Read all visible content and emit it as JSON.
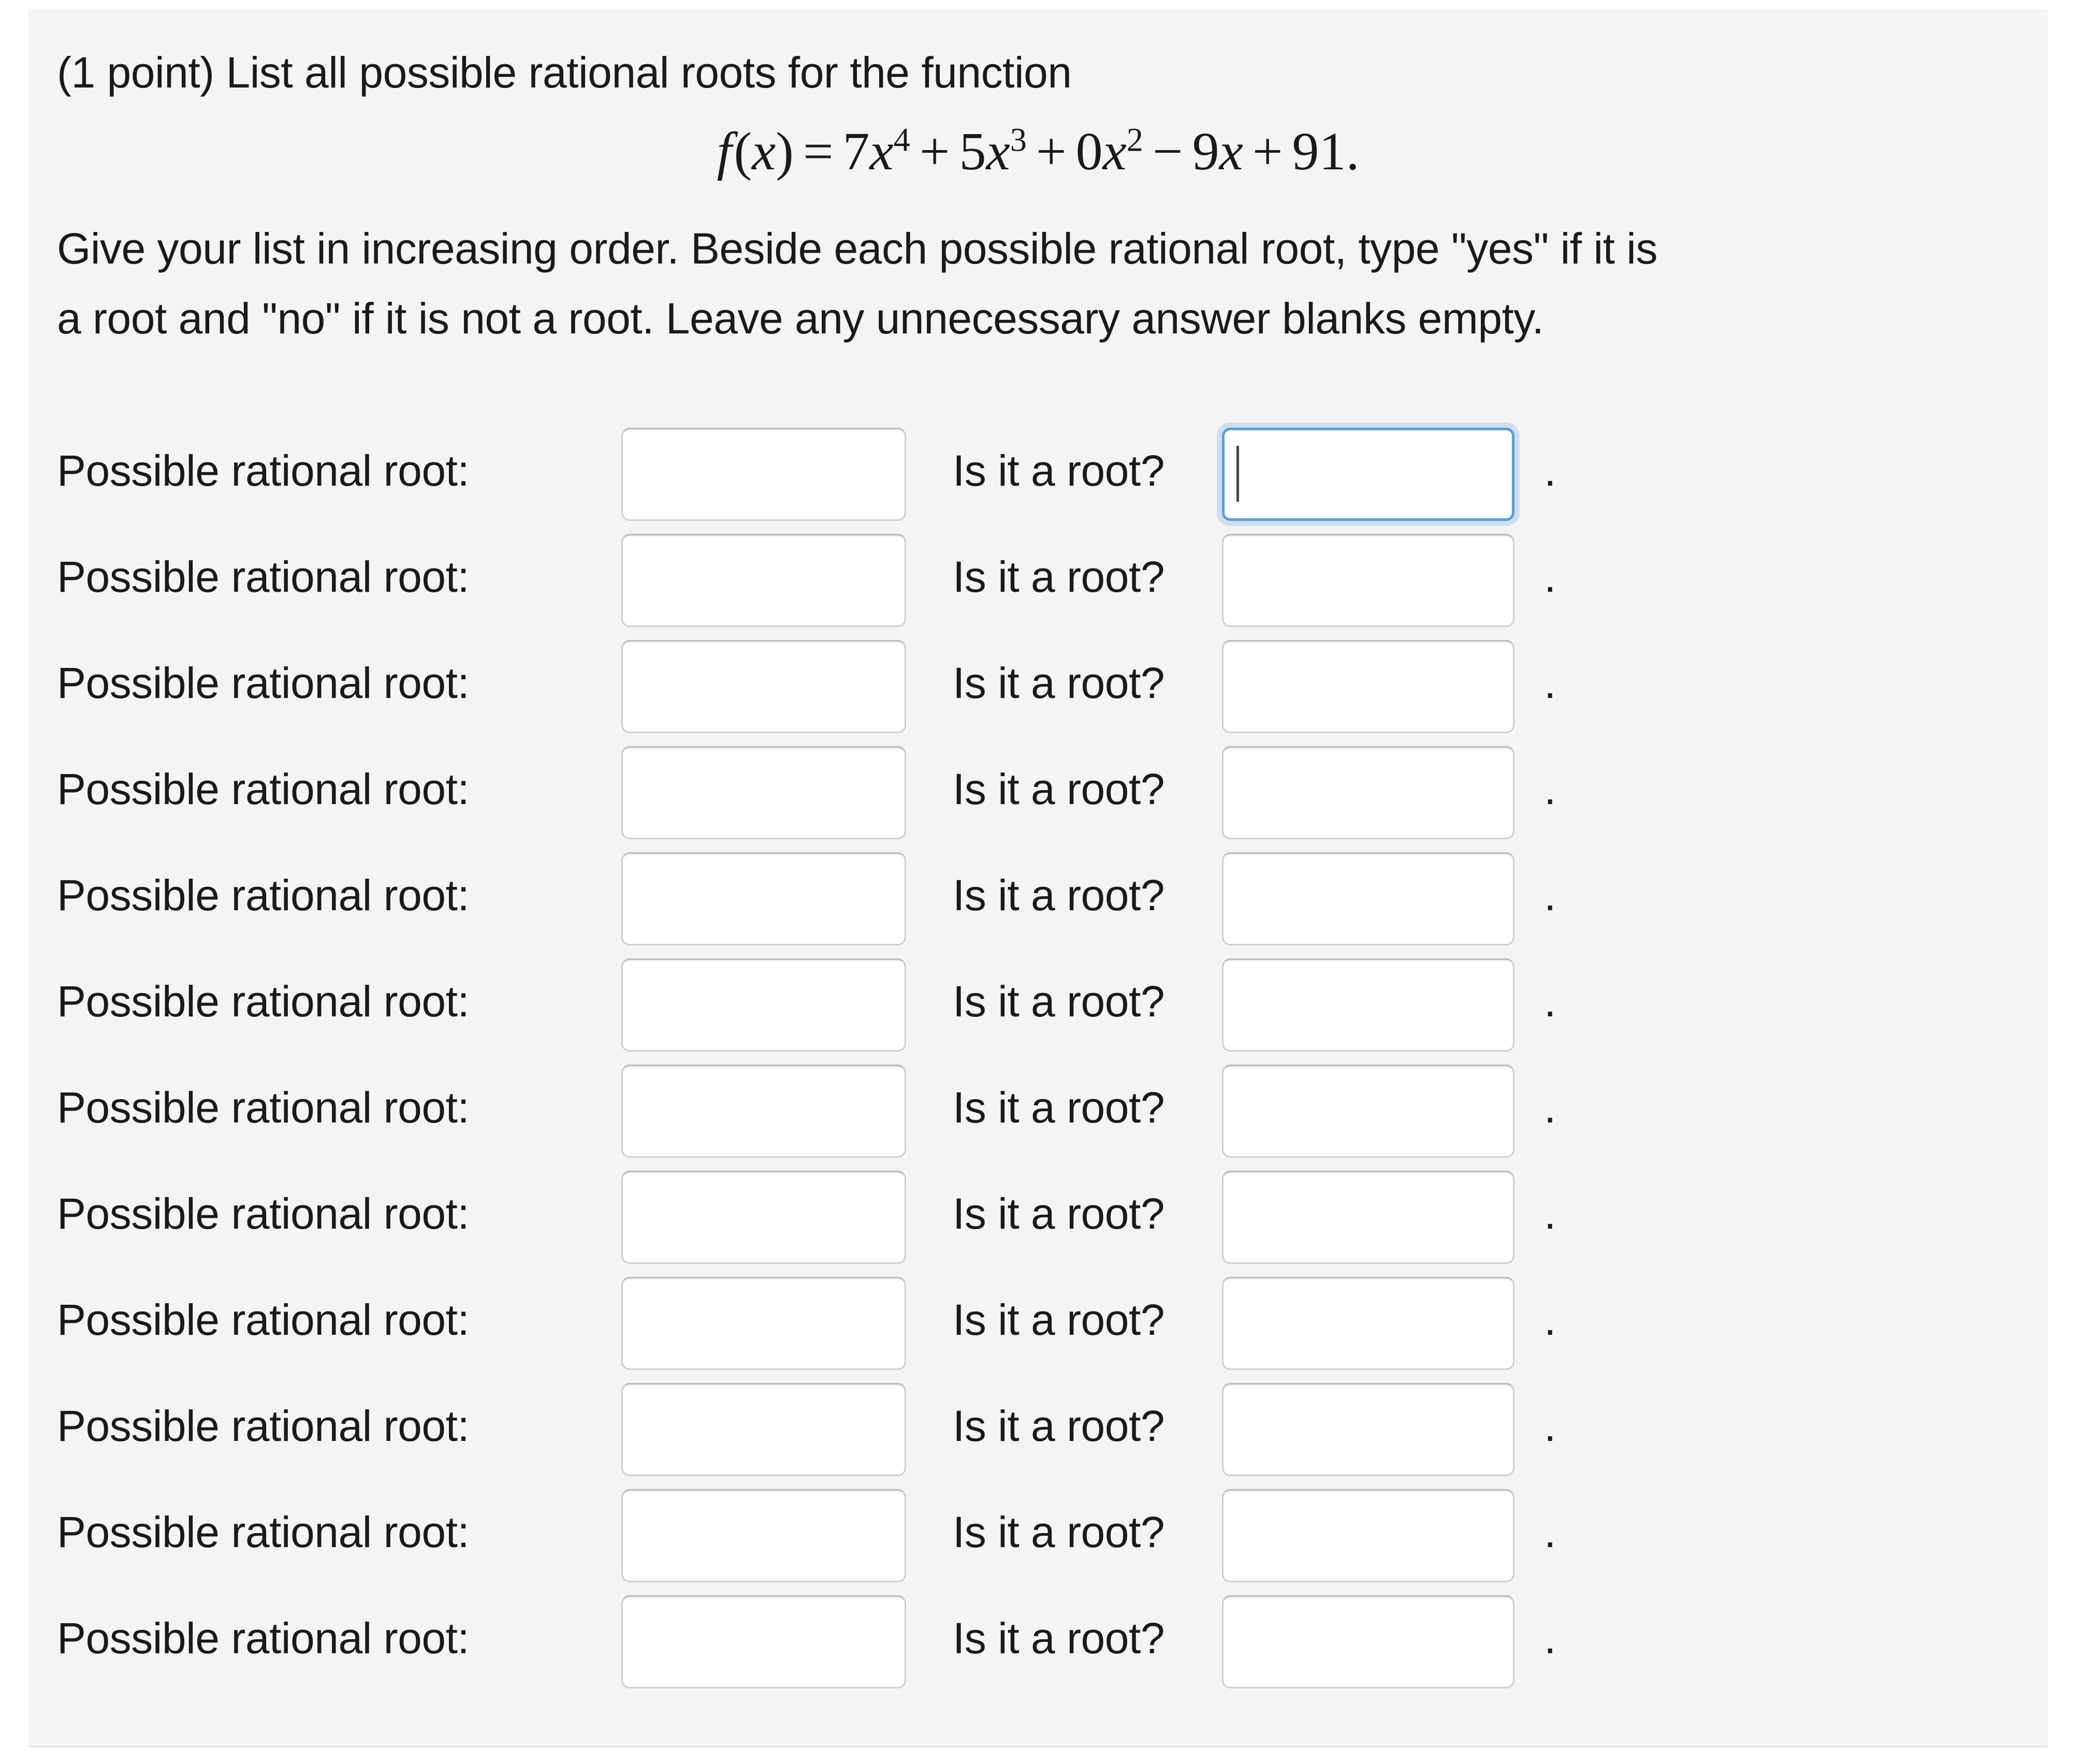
{
  "page": {
    "background": "#ffffff",
    "panel_background": "#f4f4f4",
    "text_color": "#1a1a1a",
    "focus_accent": "#5b9ddb"
  },
  "problem": {
    "intro": "(1 point) List all possible rational roots for the function",
    "formula": {
      "plain": "f(x) = 7x^4 + 5x^3 + 0x^2 - 9x + 91.",
      "fn_name": "f",
      "arg_open": "(",
      "arg": "x",
      "arg_close": ")",
      "equals": "=",
      "terms": [
        {
          "coefficient": "7",
          "variable": "x",
          "exponent": "4",
          "operator": ""
        },
        {
          "coefficient": "5",
          "variable": "x",
          "exponent": "3",
          "operator": "+"
        },
        {
          "coefficient": "0",
          "variable": "x",
          "exponent": "2",
          "operator": "+"
        },
        {
          "coefficient": "9",
          "variable": "x",
          "exponent": "",
          "operator": "−"
        },
        {
          "coefficient": "91",
          "variable": "",
          "exponent": "",
          "operator": "+"
        }
      ],
      "terminator": "."
    },
    "instruction_line_1": "Give your list in increasing order. Beside each possible rational root, type \"yes\" if it is",
    "instruction_line_2": "a root and \"no\" if it is not a root. Leave any unnecessary answer blanks empty."
  },
  "labels": {
    "root_label": "Possible rational root:",
    "question_label": "Is it a root?",
    "period": "."
  },
  "rows": [
    {
      "index": 1,
      "root_value": "",
      "answer_value": "",
      "focused": true
    },
    {
      "index": 2,
      "root_value": "",
      "answer_value": "",
      "focused": false
    },
    {
      "index": 3,
      "root_value": "",
      "answer_value": "",
      "focused": false
    },
    {
      "index": 4,
      "root_value": "",
      "answer_value": "",
      "focused": false
    },
    {
      "index": 5,
      "root_value": "",
      "answer_value": "",
      "focused": false
    },
    {
      "index": 6,
      "root_value": "",
      "answer_value": "",
      "focused": false
    },
    {
      "index": 7,
      "root_value": "",
      "answer_value": "",
      "focused": false
    },
    {
      "index": 8,
      "root_value": "",
      "answer_value": "",
      "focused": false
    },
    {
      "index": 9,
      "root_value": "",
      "answer_value": "",
      "focused": false
    },
    {
      "index": 10,
      "root_value": "",
      "answer_value": "",
      "focused": false
    },
    {
      "index": 11,
      "root_value": "",
      "answer_value": "",
      "focused": false
    },
    {
      "index": 12,
      "root_value": "",
      "answer_value": "",
      "focused": false
    }
  ],
  "row_count": 12
}
